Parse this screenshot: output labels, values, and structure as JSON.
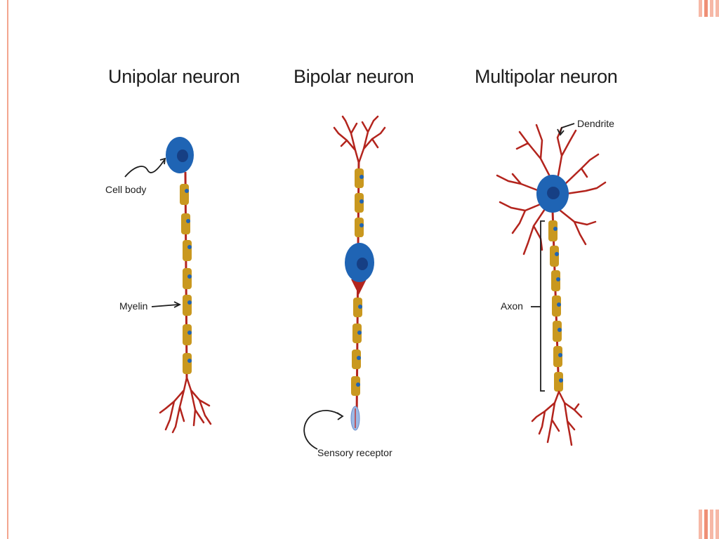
{
  "slide": {
    "accent_color": "#f3a68f"
  },
  "diagram": {
    "headings": {
      "unipolar": "Unipolar neuron",
      "bipolar": "Bipolar neuron",
      "multipolar": "Multipolar neuron"
    },
    "labels": {
      "cell_body": "Cell body",
      "myelin": "Myelin",
      "sensory_receptor": "Sensory receptor",
      "dendrite": "Dendrite",
      "axon": "Axon"
    },
    "colors": {
      "soma": "#1f64b4",
      "nucleus": "#163f84",
      "myelin": "#c9981f",
      "axon": "#b3241d",
      "receptor": "#9bb9e6"
    }
  }
}
